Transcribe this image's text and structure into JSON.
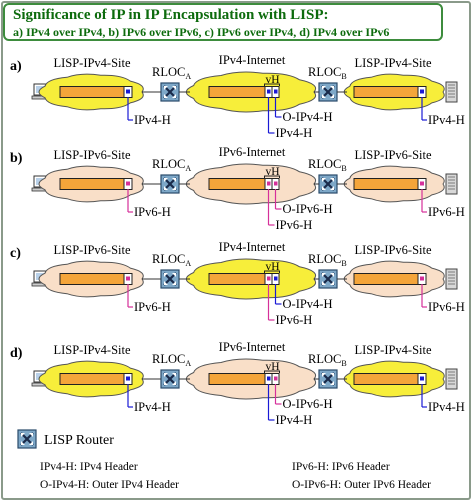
{
  "title": {
    "line1": "Significance of IP in IP Encapsulation with LISP:",
    "line2": "a) IPv4 over IPv4,  b) IPv6 over IPv6,  c) IPv6 over IPv4,  d) IPv4 over IPv6"
  },
  "colors": {
    "ipv4_cloud": "#f7ee3a",
    "ipv6_cloud": "#f9dfc8",
    "packet_fill": "#f4a53a",
    "outer_header": "#1a1ad6",
    "inner_header_v4": "#1a1ad6",
    "inner_header_v6": "#d6309a",
    "router_fill": "#7ea8c8",
    "title_color": "#0d6b0d"
  },
  "scenarios": [
    {
      "label": "a)",
      "left_site": "LISP-IPv4-Site",
      "core": "IPv4-Internet",
      "right_site": "LISP-IPv4-Site",
      "left_type": "ipv4",
      "core_type": "ipv4",
      "right_type": "ipv4",
      "rloc_a": "RLOC",
      "rloc_a_sub": "A",
      "rloc_b": "RLOC",
      "rloc_b_sub": "B",
      "vh": "vH",
      "inner_label": "IPv4-H",
      "outer_label": "O-IPv4-H",
      "core_inner_label": "IPv4-H",
      "right_label": "IPv4-H"
    },
    {
      "label": "b)",
      "left_site": "LISP-IPv6-Site",
      "core": "IPv6-Internet",
      "right_site": "LISP-IPv6-Site",
      "left_type": "ipv6",
      "core_type": "ipv6",
      "right_type": "ipv6",
      "rloc_a": "RLOC",
      "rloc_a_sub": "A",
      "rloc_b": "RLOC",
      "rloc_b_sub": "B",
      "vh": "vH",
      "inner_label": "IPv6-H",
      "outer_label": "O-IPv6-H",
      "core_inner_label": "IPv6-H",
      "right_label": "IPv6-H"
    },
    {
      "label": "c)",
      "left_site": "LISP-IPv6-Site",
      "core": "IPv4-Internet",
      "right_site": "LISP-IPv6-Site",
      "left_type": "ipv6",
      "core_type": "ipv4",
      "right_type": "ipv6",
      "rloc_a": "RLOC",
      "rloc_a_sub": "A",
      "rloc_b": "RLOC",
      "rloc_b_sub": "B",
      "vh": "vH",
      "inner_label": "IPv6-H",
      "outer_label": "O-IPv4-H",
      "core_inner_label": "IPv6-H",
      "right_label": "IPv6-H"
    },
    {
      "label": "d)",
      "left_site": "LISP-IPv4-Site",
      "core": "IPv6-Internet",
      "right_site": "LISP-IPv4-Site",
      "left_type": "ipv4",
      "core_type": "ipv6",
      "right_type": "ipv4",
      "rloc_a": "RLOC",
      "rloc_a_sub": "A",
      "rloc_b": "RLOC",
      "rloc_b_sub": "B",
      "vh": "vH",
      "inner_label": "IPv4-H",
      "outer_label": "O-IPv6-H",
      "core_inner_label": "IPv4-H",
      "right_label": "IPv4-H"
    }
  ],
  "legend": {
    "router_label": "LISP Router",
    "definitions": [
      "IPv4-H: IPv4 Header",
      "IPv6-H: IPv6 Header",
      "O-IPv4-H: Outer IPv4 Header",
      "O-IPv6-H: Outer IPv6 Header"
    ]
  }
}
